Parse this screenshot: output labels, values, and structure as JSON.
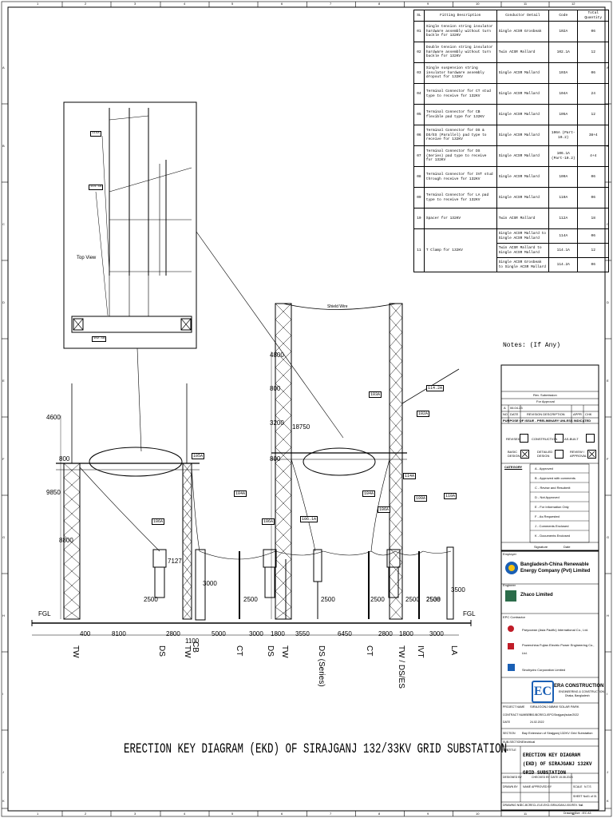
{
  "grid": {
    "columns": [
      "1",
      "2",
      "3",
      "4",
      "5",
      "6",
      "7",
      "8",
      "9",
      "10",
      "11",
      "12"
    ],
    "rows": [
      "A",
      "B",
      "C",
      "D",
      "E",
      "F",
      "G",
      "H",
      "I",
      "J",
      "K"
    ]
  },
  "fittings": {
    "headers": [
      "SL",
      "Fitting Description",
      "Conductor Detail",
      "Code",
      "Total Quantity"
    ],
    "rows": [
      {
        "sl": "01",
        "desc": "Single tension string insulator hardware assembly without turn buckle for 132KV",
        "cond": "Single ACSR Grosbeak",
        "code": "102A",
        "qty": "06"
      },
      {
        "sl": "02",
        "desc": "Double tension string insulator hardware assembly without turn buckle for 132KV",
        "cond": "Twin ACSR Mallard",
        "code": "102.1A",
        "qty": "12"
      },
      {
        "sl": "03",
        "desc": "Single suspension string insulator hardware assembly dropout for 132KV",
        "cond": "Single ACSR Mallard",
        "code": "103A",
        "qty": "06"
      },
      {
        "sl": "04",
        "desc": "Terminal Connector for CT stud type to receive for 132KV",
        "cond": "Single ACSR Mallard",
        "code": "104A",
        "qty": "24"
      },
      {
        "sl": "05",
        "desc": "Terminal Connector for CB flexible pad type for 132KV",
        "cond": "Single ACSR Mallard",
        "code": "105A",
        "qty": "12"
      },
      {
        "sl": "06",
        "desc": "Terminal Connector for DS & DS/ES (Parallel) pad type to receive for 132KV",
        "cond": "Single ACSR Mallard",
        "code": "106A (Part-10.2)",
        "qty": "38+4"
      },
      {
        "sl": "07",
        "desc": "Terminal Connector for DS (Series) pad type to receive for 132KV",
        "cond": "Single ACSR Mallard",
        "code": "106.1A (Part-10.2)",
        "qty": "4+4"
      },
      {
        "sl": "08",
        "desc": "Terminal Connector for IVT stud through receive for 132KV",
        "cond": "Single ACSR Mallard",
        "code": "109A",
        "qty": "06"
      },
      {
        "sl": "09",
        "desc": "Terminal Connector for LA pad type to receive for 132KV",
        "cond": "Single ACSR Mallard",
        "code": "110A",
        "qty": "06"
      },
      {
        "sl": "10",
        "desc": "Spacer for 132KV",
        "cond": "Twin ACSR Mallard",
        "code": "112A",
        "qty": "18"
      }
    ],
    "row11": {
      "sl": "11",
      "desc": "T Clamp for 132KV",
      "subs": [
        {
          "cond": "Single ACSR Mallard to Single ACSR Mallard",
          "code": "114A",
          "qty": "06"
        },
        {
          "cond": "Twin ACSR Mallard to Single ACSR Mallard",
          "code": "114.1A",
          "qty": "12"
        },
        {
          "cond": "Single ACSR Grosbeak to Single ACSR Mallard",
          "code": "114.2A",
          "qty": "06"
        }
      ]
    }
  },
  "notes": "Notes: (If Any)",
  "inset": {
    "label": "Top View",
    "tags": [
      "115A",
      "114.1A",
      "102.1A"
    ]
  },
  "elevation": {
    "shield_wire": "Shield Wire",
    "fgl": "FGL",
    "left_dims": [
      "4600",
      "800",
      "9850",
      "8800"
    ],
    "mid_dims": [
      "4800",
      "800",
      "3200",
      "800",
      "18750"
    ],
    "heights": [
      "2500",
      "7127",
      "3000",
      "2500",
      "2500",
      "2500",
      "2500",
      "2538",
      "2500",
      "3500"
    ],
    "tags": [
      "106A",
      "105A",
      "104A",
      "106A",
      "106.1A",
      "104A",
      "106A",
      "103A",
      "102A",
      "114.2A",
      "114A",
      "109A",
      "110A"
    ],
    "spacings": [
      "400",
      "8100",
      "2800",
      "1100",
      "5000",
      "3000",
      "1800",
      "3550",
      "6450",
      "2800",
      "1800",
      "3000"
    ],
    "equipment": [
      "TW",
      "DS",
      "CB",
      "TW",
      "CT",
      "DS",
      "TW",
      "DS (Series)",
      "CT",
      "TW / DS/ES",
      "IVT",
      "LA"
    ]
  },
  "revision": {
    "rev_submission": "Rev. Submission",
    "for_approval": "For Approval",
    "rev_a": "A",
    "rev_date": "06.04.23",
    "headers": [
      "NO",
      "DATE",
      "REVISION DESCRIPTION",
      "APPR",
      "CHK"
    ],
    "purpose": "PURPOSE OF ISSUE - PRELIMINARY UNLESS INDICATED",
    "issue_opts": [
      "REVISED",
      "CONSTRUCTION",
      "AS-BUILT"
    ],
    "design_opts": [
      "BASIC DESIGN",
      "DETAILED DESIGN",
      "REVIEW / APPROVAL"
    ],
    "category_label": "CATEGORY",
    "categories": [
      "A - Approved",
      "B - Approved with comments",
      "C - Revise and Resubmit",
      "D - Not Approved",
      "E - For Information Only",
      "F - As Requested",
      "J - Comments Enclosed",
      "K - Documents Enclosed"
    ],
    "signature": "Signature",
    "date": "Date"
  },
  "title_block": {
    "employer_label": "Employer",
    "employer": "Bangladesh-China Renewable Energy Company (Pvt) Limited",
    "engineer_label": "Engineer",
    "engineer": "Zhaco Limited",
    "epc_label": "EPC Contractor",
    "epc": [
      "Paryocean (Asia Pacific) International Co., Ltd.",
      "Powerchina Fujian Electric Power Engineering Co., Ltd.",
      "Sinohydro Corporation Limited"
    ],
    "era_name": "ERA CONSTRUCTION",
    "era_sub": "ENGINEERING & CONSTRUCTION",
    "era_place": "Dhaka, Bangladesh",
    "project_label": "PROJECT NAME",
    "project": "SIRAJGONJ 68MW SOLAR PARK",
    "contract_label": "CONTRACT NUMBER",
    "contract": "001/BCRECL/EPC/Sirajganj/solar/2022",
    "date_label": "DATE",
    "date": "24.02.2022",
    "section_label": "SECTION",
    "section": "Bay Extension of Sirajganj 132KV Grid Substation",
    "subsection_label": "SUB-SECTION",
    "subsection": "Electrical",
    "subtitle_label": "SUBTITLE",
    "subtitle": "ERECTION KEY DIAGRAM (EKD) OF SIRAJGANJ 132KV GRID SUBSTATION",
    "designed_label": "DESIGNED BY",
    "checked_label": "CHECKED BY",
    "drawn_label": "DRAWN BY",
    "drawn": "NAME",
    "approved_label": "APPROVED BY",
    "date2_label": "DATE",
    "date2": "15.08.2023",
    "scale_label": "SCALE",
    "scale": "N.T.S",
    "sheet_label": "SHEET No.",
    "sheet": "01 of 01",
    "drawing_label": "DRAWING NO.",
    "drawing": "EC-BCRECL-ELE-EKD-SIRAJGANJ-001",
    "rev_label": "REV. No",
    "rev": "A",
    "drawing_size": "Drawing Size : IEC A3"
  },
  "main_title": "ERECTION KEY DIAGRAM (EKD) OF SIRAJGANJ 132/33KV GRID SUBSTATION"
}
